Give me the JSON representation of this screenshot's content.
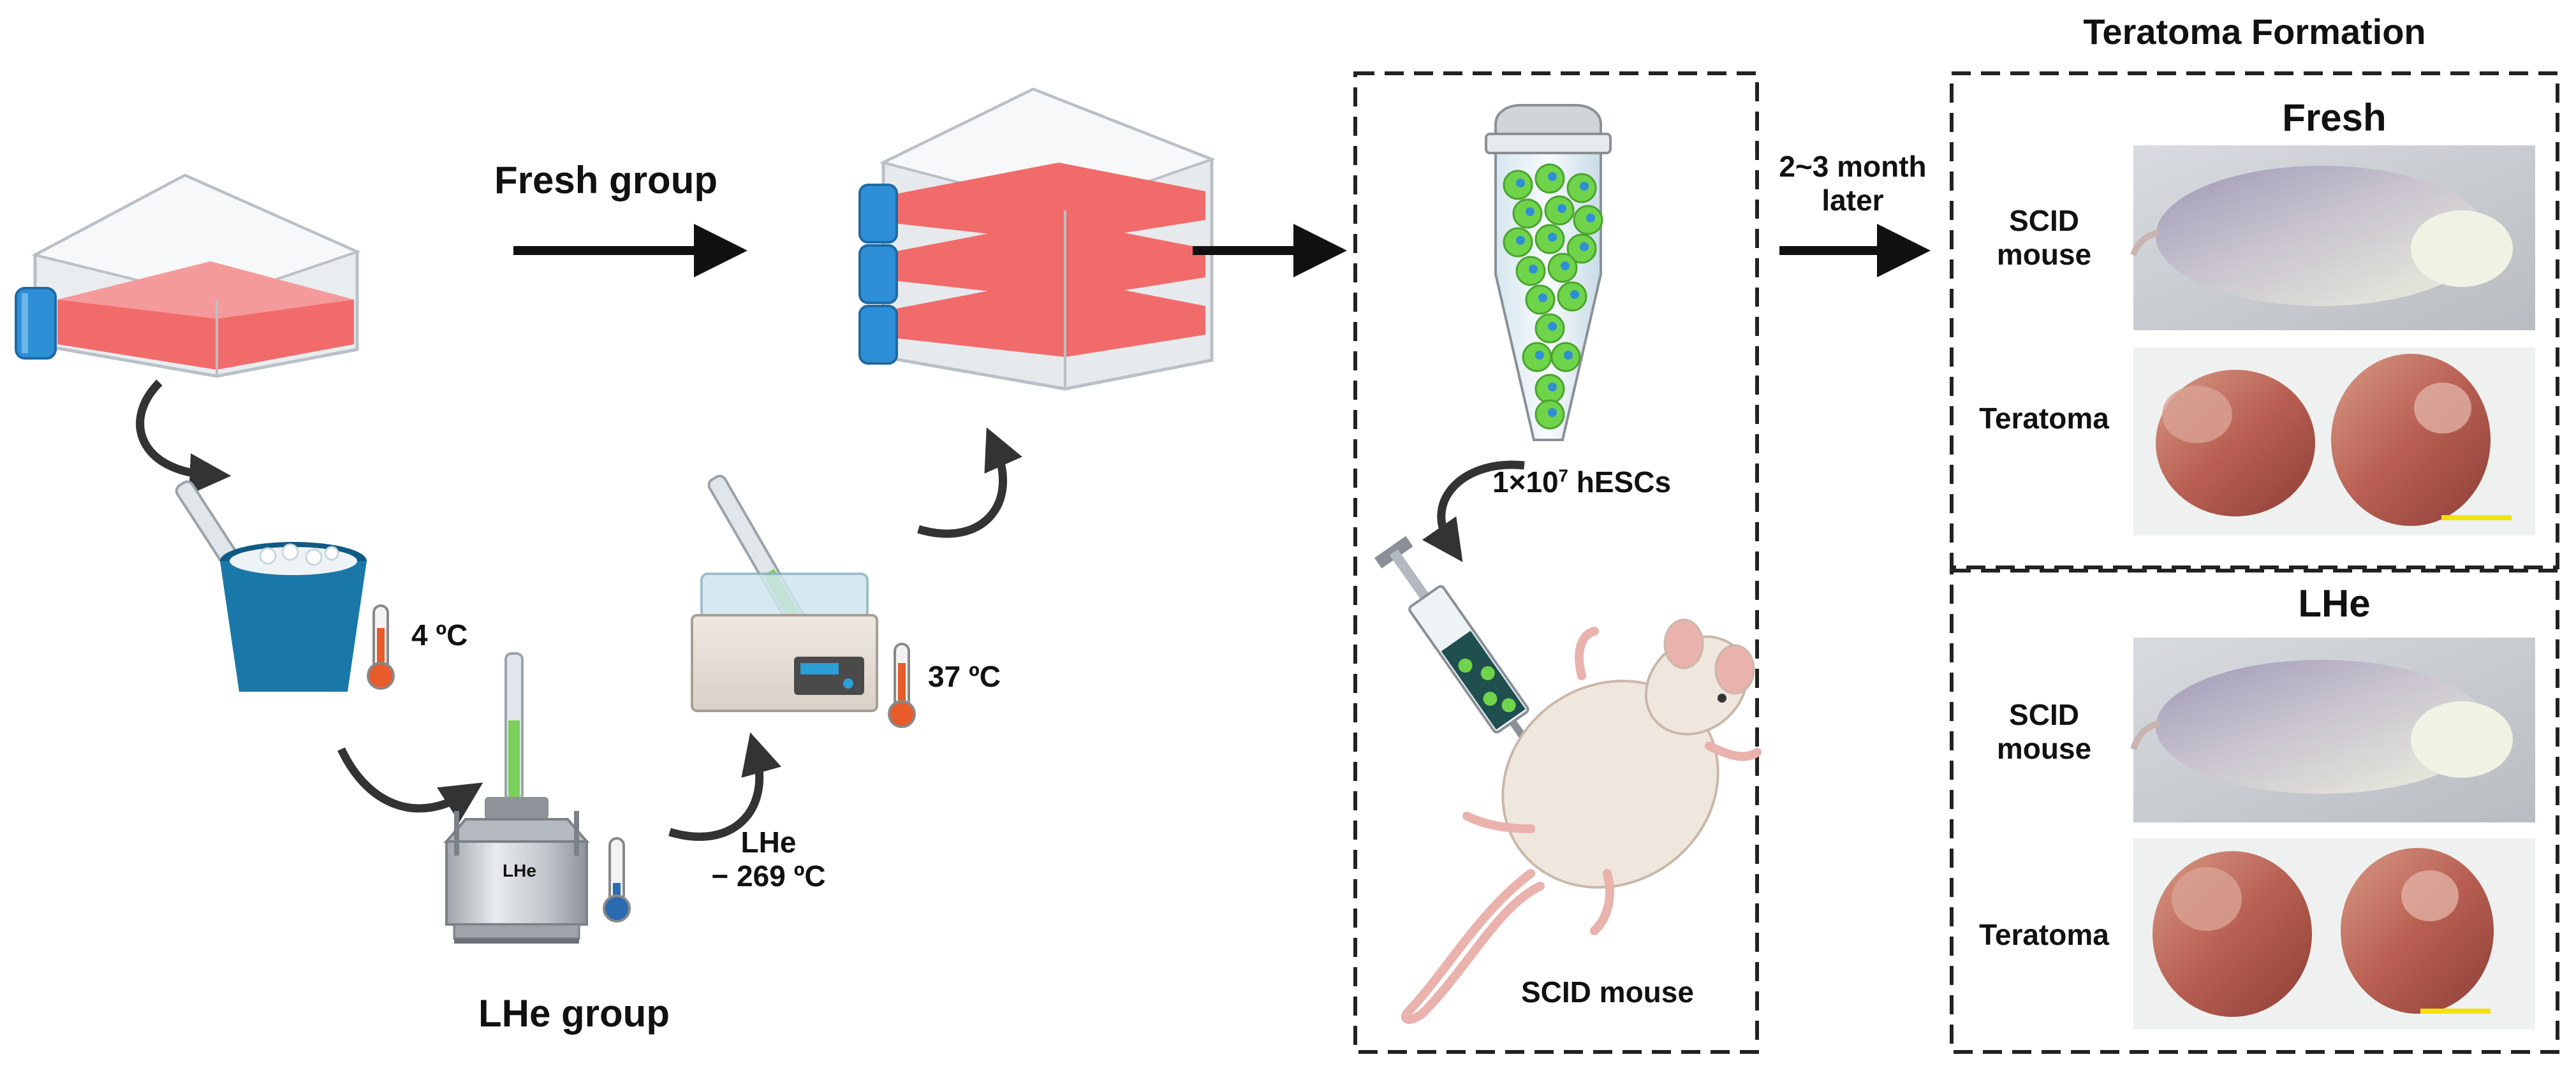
{
  "labels": {
    "fresh_group": "Fresh group",
    "lhe_group": "LHe group",
    "temp_ice": "4 ºC",
    "temp_bath": "37 ºC",
    "lhe_temp_name": "LHe",
    "lhe_temp_value": "− 269 ºC",
    "dewar_label": "LHe",
    "cells_count": "1×10",
    "cells_exp": "7",
    "cells_unit": " hESCs",
    "scid_mouse": "SCID mouse",
    "time_line1": "2~3 month",
    "time_line2": "later",
    "teratoma_formation": "Teratoma Formation",
    "panel_fresh": "Fresh",
    "panel_lhe": "LHe",
    "row_scid_1": "SCID",
    "row_scid_2": "mouse",
    "row_teratoma": "Teratoma"
  },
  "colors": {
    "flask_medium": "#f26b6b",
    "flask_cap": "#2f8fd6",
    "cell_green": "#6fd44a",
    "cell_nucleus": "#2f8fd6",
    "scale_bar": "#f2e20a",
    "arrow": "#111111",
    "dashed_box": "#222222"
  },
  "icons": [
    "flask-icon",
    "multilayer-flask-icon",
    "ice-bucket-icon",
    "water-bath-icon",
    "dewar-icon",
    "thermometer-icon",
    "tube-icon",
    "syringe-icon",
    "mouse-icon",
    "curved-arrow-icon"
  ]
}
